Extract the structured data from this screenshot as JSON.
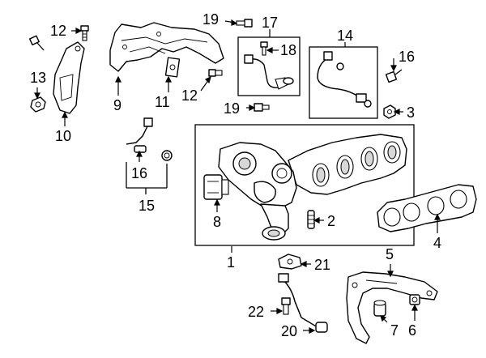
{
  "diagram": {
    "callouts": [
      {
        "id": "c12a",
        "text": "12"
      },
      {
        "id": "c13",
        "text": "13"
      },
      {
        "id": "c10",
        "text": "10"
      },
      {
        "id": "c9",
        "text": "9"
      },
      {
        "id": "c11",
        "text": "11"
      },
      {
        "id": "c12b",
        "text": "12"
      },
      {
        "id": "c19a",
        "text": "19"
      },
      {
        "id": "c17",
        "text": "17"
      },
      {
        "id": "c18",
        "text": "18"
      },
      {
        "id": "c19b",
        "text": "19"
      },
      {
        "id": "c14",
        "text": "14"
      },
      {
        "id": "c16a",
        "text": "16"
      },
      {
        "id": "c3",
        "text": "3"
      },
      {
        "id": "c16b",
        "text": "16"
      },
      {
        "id": "c15",
        "text": "15"
      },
      {
        "id": "c8",
        "text": "8"
      },
      {
        "id": "c2",
        "text": "2"
      },
      {
        "id": "c1",
        "text": "1"
      },
      {
        "id": "c4",
        "text": "4"
      },
      {
        "id": "c21",
        "text": "21"
      },
      {
        "id": "c5",
        "text": "5"
      },
      {
        "id": "c22",
        "text": "22"
      },
      {
        "id": "c20",
        "text": "20"
      },
      {
        "id": "c7",
        "text": "7"
      },
      {
        "id": "c6",
        "text": "6"
      }
    ]
  }
}
